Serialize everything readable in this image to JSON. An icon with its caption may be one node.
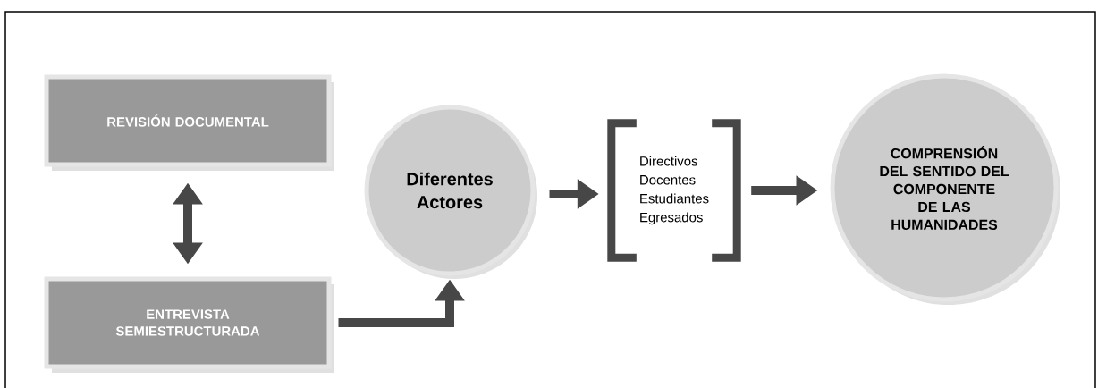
{
  "diagram": {
    "nodes": [
      {
        "text": [
          "REVISIÓN DOCUMENTAL"
        ]
      },
      {
        "text": [
          "ENTREVISTA SEMIESTRUCTURADA"
        ]
      },
      {
        "text": [
          "Diferentes Actores"
        ]
      },
      {
        "text": [
          "Directivos",
          "Docentes",
          "Estudiantes",
          "Egresados"
        ]
      },
      {
        "text": [
          "COMPRENSIÓN DEL SENTIDO DEL COMPONENTE DE LAS HUMANIDADES"
        ]
      }
    ],
    "edges": [
      {
        "from": 0,
        "to": 1,
        "arrow": "both"
      },
      {
        "from": 1,
        "to": 2,
        "arrow": "to"
      },
      {
        "from": 2,
        "to": 3,
        "arrow": "to"
      },
      {
        "from": 3,
        "to": 4,
        "arrow": "to"
      }
    ]
  }
}
